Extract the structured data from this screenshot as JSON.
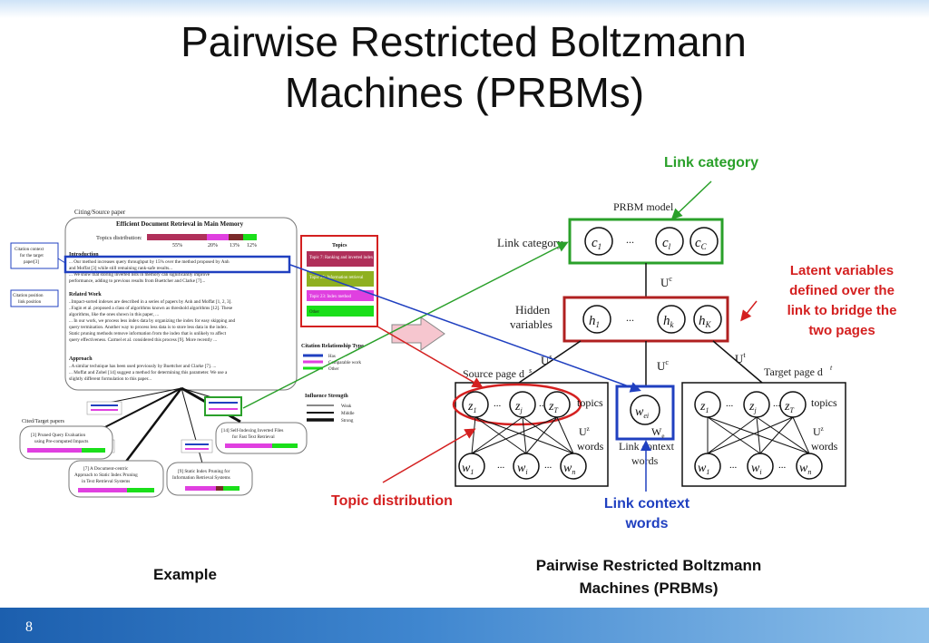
{
  "slide": {
    "title_line1": "Pairwise Restricted Boltzmann",
    "title_line2": "Machines (PRBMs)",
    "page_number": "8"
  },
  "annotations": {
    "link_category": "Link category",
    "latent_variables": [
      "Latent variables",
      "defined over the",
      "link to bridge the",
      "two pages"
    ],
    "topic_distribution": "Topic distribution",
    "link_context_words": [
      "Link context",
      "words"
    ],
    "example_caption": "Example",
    "prbm_caption": [
      "Pairwise Restricted Boltzmann",
      "Machines (PRBMs)"
    ]
  },
  "example_figure": {
    "citing_source_label": "Citing/Source paper",
    "paper_title": "Efficient Document Retrieval in Main Memory",
    "topics_distribution_label": "Topics distribution:",
    "topic_percents": [
      "55%",
      "20%",
      "13%",
      "12%"
    ],
    "citation_context_label": "Citation context for the target paper [3]",
    "citation_position_label": "Citation position link position",
    "sections": [
      "Introduction",
      "Related Work",
      "Approach"
    ],
    "intro_lines": [
      "... Our method increases query throughput by 15% over the method proposed by Anh",
      "and Moffat [3] while still remaining rank-safe results...",
      "... We show that storing inverted lists in memory can significantly improve",
      "performance, adding to previous results from Buettcher and Clarke [7]..."
    ],
    "related_lines": [
      "..Impact-sorted indexes are described in a series of papers by Anh and Moffat [1, 2, 3].",
      "..Fagin et al. proposed a class of algorithms known as threshold algorithms [12]. These",
      "algorithms, like the ones shown in this paper, ...",
      "... In our work, we process less index data by organizing the index for easy skipping and",
      "query termination. Another way to process less data is to store less data in the index.",
      "Static pruning methods remove information from the index that is unlikely to affect",
      "query effectiveness. Carmel et al. considered this process [9]. More recently ..."
    ],
    "approach_lines": [
      "..A similar technique has been used previously by Buettcher and Clarke [7]. ...",
      "... Moffat and Zobel [14] suggest a method for determining this parameter. We use a",
      "slightly different formulation to this paper..."
    ],
    "topics_panel_title": "Topics",
    "topics": [
      "Topic 7: Ranking and inverted index",
      "Topic 25: Information retrieval",
      "Topic 23: Index method",
      "Other"
    ],
    "citation_relationship_title": "Citation Relationship Type",
    "relationship_types": [
      "Has",
      "Comparable work",
      "Other"
    ],
    "influence_title": "Influence Strength",
    "influence_levels": [
      "Weak",
      "Middle",
      "Strong"
    ],
    "cited_target_label": "Cited/Target papers",
    "target_papers": [
      "[3] Pruned Query Evaluation using Pre-computed Impacts",
      "[14] Self-Indexing Inverted Files for Fast Text Retrieval",
      "[7] A Document-centric Approach to Static Index Pruning in Text Retrieval Systems",
      "[9] Static Index Pruning for Information Retrieval Systems"
    ]
  },
  "prbm_figure": {
    "model_label": "PRBM model",
    "link_category_label": "Link category",
    "hidden_variables_label": [
      "Hidden",
      "variables"
    ],
    "source_page_label": "Source page d",
    "target_page_label": "Target page d",
    "topics_label": "topics",
    "words_label": "words",
    "link_context_label": [
      "Link context",
      "words"
    ],
    "ellipsis": "..."
  },
  "colors": {
    "green": "#2aa02a",
    "red": "#d42020",
    "blue": "#2040c0",
    "footer": "#1c5fae",
    "topic_maroon": "#b0305a",
    "topic_magenta": "#e040e0",
    "topic_green": "#1adf1a",
    "topic_olive": "#8fb020"
  }
}
